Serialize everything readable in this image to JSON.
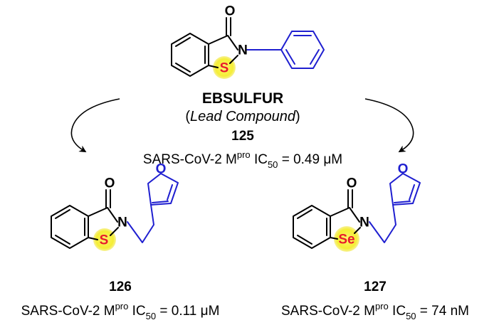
{
  "lead": {
    "name": "EBSULFUR",
    "paren_open": "(",
    "role": "Lead Compound",
    "paren_close": ")",
    "number": "125",
    "activity": {
      "target": "SARS-CoV-2 M",
      "target_sup": "pro",
      "metric": " IC",
      "metric_sub": "50",
      "value": " = 0.49 μM"
    },
    "atoms": {
      "o": "O",
      "n": "N",
      "s": "S"
    }
  },
  "compound_126": {
    "number": "126",
    "activity": {
      "target": "SARS-CoV-2 M",
      "target_sup": "pro",
      "metric": " IC",
      "metric_sub": "50",
      "value": " = 0.11 μM"
    },
    "atoms": {
      "o": "O",
      "n": "N",
      "s": "S",
      "furan_o": "O"
    }
  },
  "compound_127": {
    "number": "127",
    "activity": {
      "target": "SARS-CoV-2 M",
      "target_sup": "pro",
      "metric": " IC",
      "metric_sub": "50",
      "value": " = 74 nM"
    },
    "atoms": {
      "o": "O",
      "n": "N",
      "se": "Se",
      "furan_o": "O"
    }
  },
  "colors": {
    "bond": "#000000",
    "substituent": "#1f1fd0",
    "highlight": "#f7f23a",
    "heteroatom": "#e8192c"
  }
}
